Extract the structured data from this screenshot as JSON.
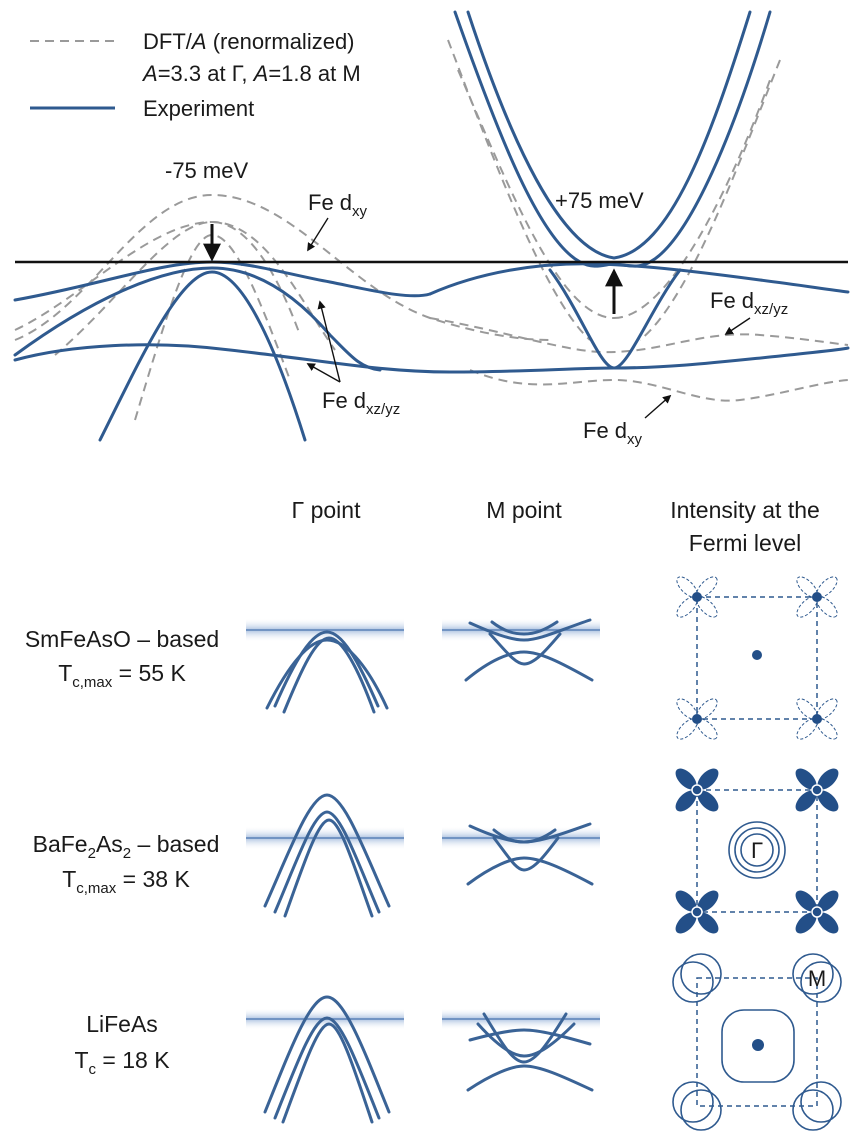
{
  "legend": {
    "dft_line1": "DFT/",
    "dft_italic": "A",
    "dft_line1_rest": " (renormalized)",
    "dft_line2_a": "A",
    "dft_line2_b": "=3.3 at Γ, ",
    "dft_line2_c": "A",
    "dft_line2_d": "=1.8 at M",
    "experiment": "Experiment"
  },
  "top_plot": {
    "shift_gamma": "-75 meV",
    "shift_m": "+75 meV",
    "label_fe": "Fe d",
    "sub_xy": "xy",
    "sub_xzyz": "xz/yz"
  },
  "columns": {
    "gamma": "Γ point",
    "m": "M point",
    "intensity_line1": "Intensity at the",
    "intensity_line2": "Fermi level"
  },
  "rows": [
    {
      "name": "SmFeAsO – based",
      "tc_main": "T",
      "tc_sub": "c,max",
      "tc_value": " = 55 K"
    },
    {
      "name_a": "BaFe",
      "name_sub1": "2",
      "name_b": "As",
      "name_sub2": "2",
      "name_c": " – based",
      "tc_main": "T",
      "tc_sub": "c,max",
      "tc_value": " = 38 K"
    },
    {
      "name": "LiFeAs",
      "tc_main": "T",
      "tc_sub": "c",
      "tc_value": " = 18 K"
    }
  ],
  "fs_labels": {
    "gamma": "Γ",
    "m": "M"
  },
  "colors": {
    "experiment": "#2f5a8f",
    "dft": "#9a9a9a",
    "fermi_band": "#9fb8dc"
  }
}
